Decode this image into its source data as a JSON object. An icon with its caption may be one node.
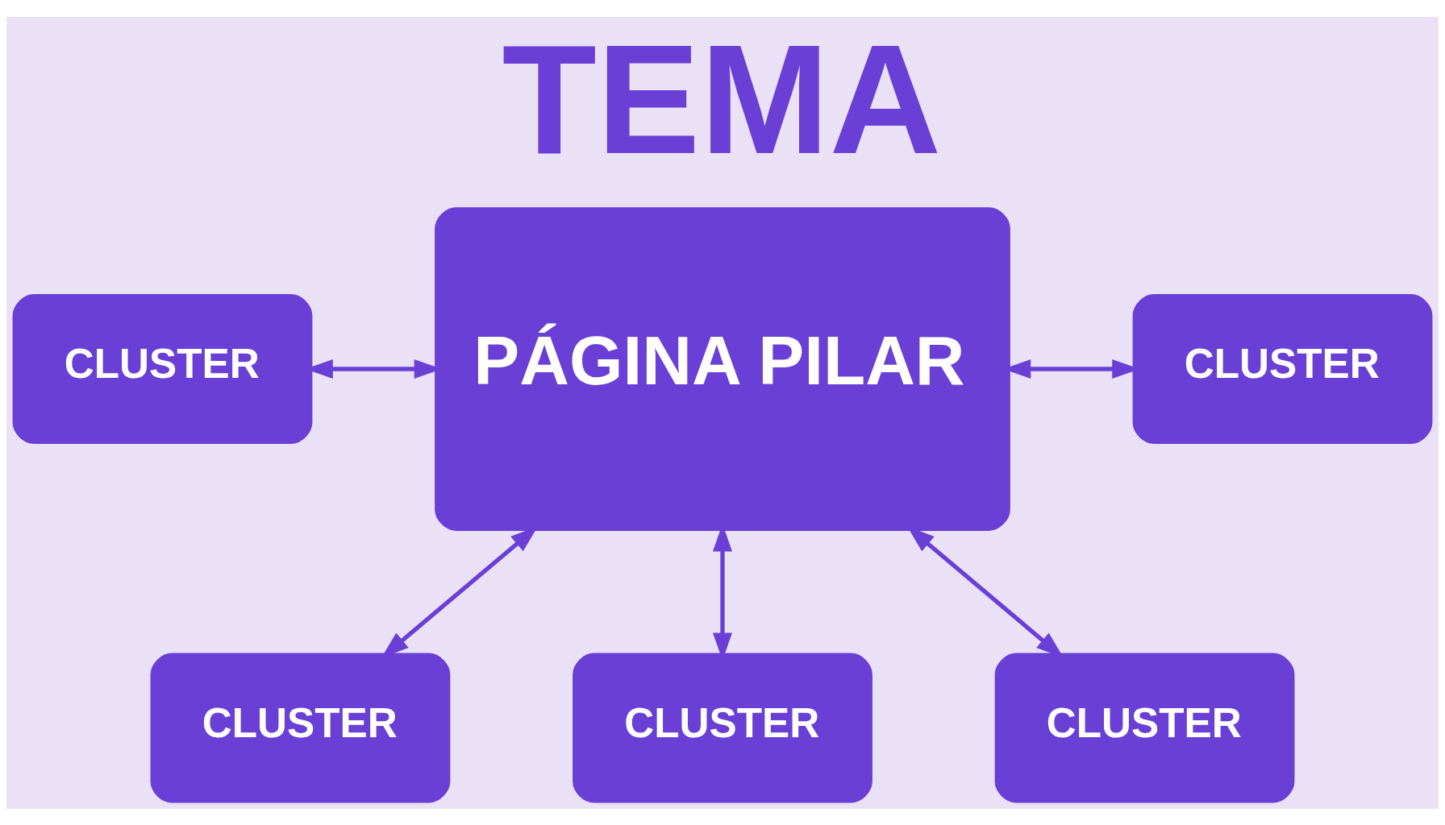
{
  "diagram": {
    "title": "TEMA",
    "nodes": [
      {
        "text": [
          "CLUSTER"
        ]
      },
      {
        "text": [
          "PÁGINA PILAR"
        ]
      },
      {
        "text": [
          "CLUSTER"
        ]
      },
      {
        "text": [
          "CLUSTER"
        ]
      },
      {
        "text": [
          "CLUSTER"
        ]
      },
      {
        "text": [
          "CLUSTER"
        ]
      }
    ],
    "edges": [
      {
        "from": 0,
        "to": 1,
        "arrow": "both"
      },
      {
        "from": 1,
        "to": 2,
        "arrow": "both"
      },
      {
        "from": 1,
        "to": 3,
        "arrow": "both"
      },
      {
        "from": 1,
        "to": 4,
        "arrow": "both"
      },
      {
        "from": 1,
        "to": 5,
        "arrow": "both"
      }
    ]
  }
}
